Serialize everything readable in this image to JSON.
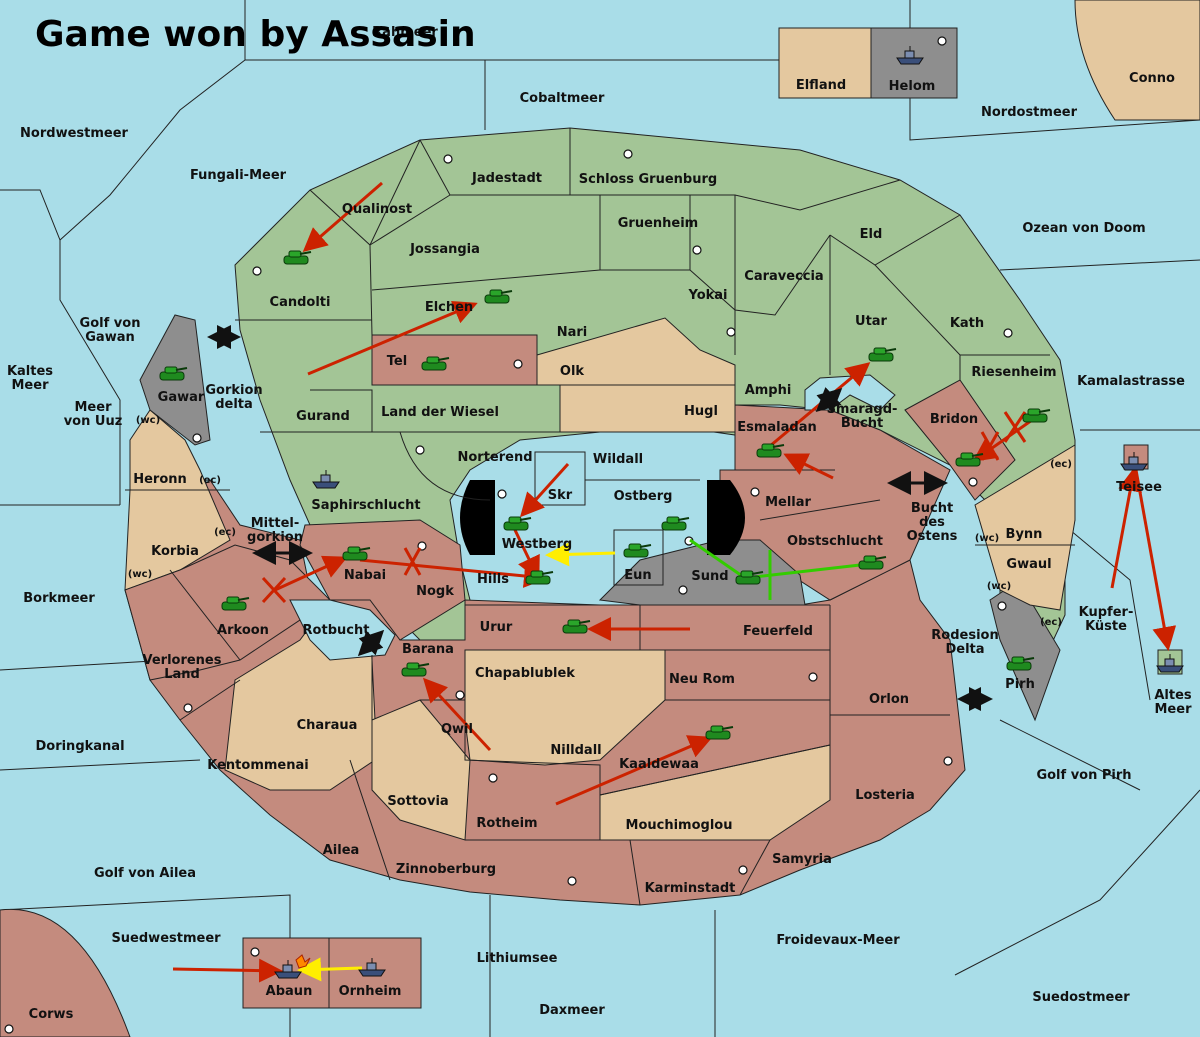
{
  "title": "Game won by Assasin",
  "colors": {
    "sea": "#a9dde8",
    "land_green": "#a3c596",
    "land_red": "#c48b7e",
    "land_tan": "#e4c89f",
    "land_gray": "#8e8e8e",
    "arrow_red": "#cc2200",
    "arrow_yellow": "#ffee00",
    "arrow_green": "#33cc00"
  },
  "provinces": {
    "rahmeer": "Rahmeer",
    "elfland": "Elfland",
    "helom": "Helom",
    "conno": "Conno",
    "cobaltmeer": "Cobaltmeer",
    "nordostmeer": "Nordostmeer",
    "nordwestmeer": "Nordwestmeer",
    "fungali_meer": "Fungali-Meer",
    "jadestadt": "Jadestadt",
    "schloss_gruenburg": "Schloss Gruenburg",
    "qualinost": "Qualinost",
    "gruenheim": "Gruenheim",
    "jossangia": "Jossangia",
    "eld": "Eld",
    "ozean_von_doom": "Ozean von Doom",
    "caraveccia": "Caraveccia",
    "candolti": "Candolti",
    "yokai": "Yokai",
    "elchen": "Elchen",
    "golf_von_gawan": "Golf von Gawan",
    "utar": "Utar",
    "kath": "Kath",
    "nari": "Nari",
    "tel": "Tel",
    "olk": "Olk",
    "kaltes_meer": "Kaltes Meer",
    "riesenheim": "Riesenheim",
    "kamalastrasse": "Kamalastrasse",
    "amphi": "Amphi",
    "gawar": "Gawar",
    "gorkion_delta": "Gorkion delta",
    "meer_von_uuz": "Meer von Uuz",
    "gurand": "Gurand",
    "land_der_wiesel": "Land der Wiesel",
    "hugl": "Hugl",
    "smaragd_bucht": "Smaragd-Bucht",
    "bridon": "Bridon",
    "esmaladan": "Esmaladan",
    "norterend": "Norterend",
    "wildall": "Wildall",
    "heronn": "Heronn",
    "skr": "Skr",
    "ostberg": "Ostberg",
    "mellar": "Mellar",
    "teisee": "Teisee",
    "saphirschlucht": "Saphirschlucht",
    "bucht_des_ostens": "Bucht des Ostens",
    "bynn": "Bynn",
    "mittelgorkion": "Mittel-gorkion",
    "westberg": "Westberg",
    "obstschlucht": "Obstschlucht",
    "korbia": "Korbia",
    "eun": "Eun",
    "gwaul": "Gwaul",
    "nabai": "Nabai",
    "hills": "Hills",
    "sund": "Sund",
    "nogk": "Nogk",
    "borkmeer": "Borkmeer",
    "kupfer_kueste": "Kupfer-Küste",
    "arkoon": "Arkoon",
    "rotbucht": "Rotbucht",
    "urur": "Urur",
    "feuerfeld": "Feuerfeld",
    "rodesion_delta": "Rodesion Delta",
    "barana": "Barana",
    "verlorenes_land": "Verlorenes Land",
    "chapablublek": "Chapablublek",
    "altes_meer": "Altes Meer",
    "neu_rom": "Neu Rom",
    "pirh": "Pirh",
    "orlon": "Orlon",
    "charaua": "Charaua",
    "qwil": "Qwil",
    "doringkanal": "Doringkanal",
    "nilldall": "Nilldall",
    "kaaldewaa": "Kaaldewaa",
    "kentommenai": "Kentommenai",
    "golf_von_pirh": "Golf von Pirh",
    "losteria": "Losteria",
    "sottovia": "Sottovia",
    "rotheim": "Rotheim",
    "mouchimoglou": "Mouchimoglou",
    "ailea": "Ailea",
    "samyria": "Samyria",
    "zinnoberburg": "Zinnoberburg",
    "golf_von_ailea": "Golf von Ailea",
    "karminstadt": "Karminstadt",
    "suedwestmeer": "Suedwestmeer",
    "froidevaux_meer": "Froidevaux-Meer",
    "lithiumsee": "Lithiumsee",
    "abaun": "Abaun",
    "ornheim": "Ornheim",
    "suedostmeer": "Suedostmeer",
    "corws": "Corws",
    "daxmeer": "Daxmeer"
  },
  "coasts": {
    "wc": "(wc)",
    "ec": "(ec)"
  }
}
